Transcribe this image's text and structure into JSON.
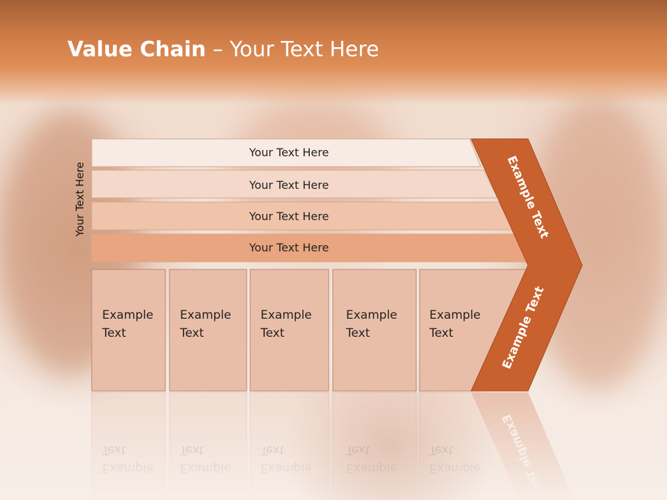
{
  "slide": {
    "title_bold": "Value Chain",
    "title_rest": " – Your Text Here",
    "side_label": "Your Text Here"
  },
  "bars": [
    {
      "label": "Your Text Here"
    },
    {
      "label": "Your Text Here"
    },
    {
      "label": "Your Text Here"
    },
    {
      "label": "Your Text Here"
    }
  ],
  "boxes": [
    {
      "line1": "Example",
      "line2": "Text"
    },
    {
      "line1": "Example",
      "line2": "Text"
    },
    {
      "line1": "Example",
      "line2": "Text"
    },
    {
      "line1": "Example",
      "line2": "Text"
    },
    {
      "line1": "Example",
      "line2": "Text"
    }
  ],
  "arrow": {
    "upper_label": "Example Text",
    "lower_label": "Example Text"
  },
  "colors": {
    "title_band": "#d9834f",
    "arrow_fill": "#c9612e",
    "bar_fills": [
      "#f8ebe3",
      "#f4d9ca",
      "#f0c4aa",
      "#e9a57f"
    ],
    "box_fill": "#e9bea8",
    "box_stroke": "#b7866e"
  }
}
